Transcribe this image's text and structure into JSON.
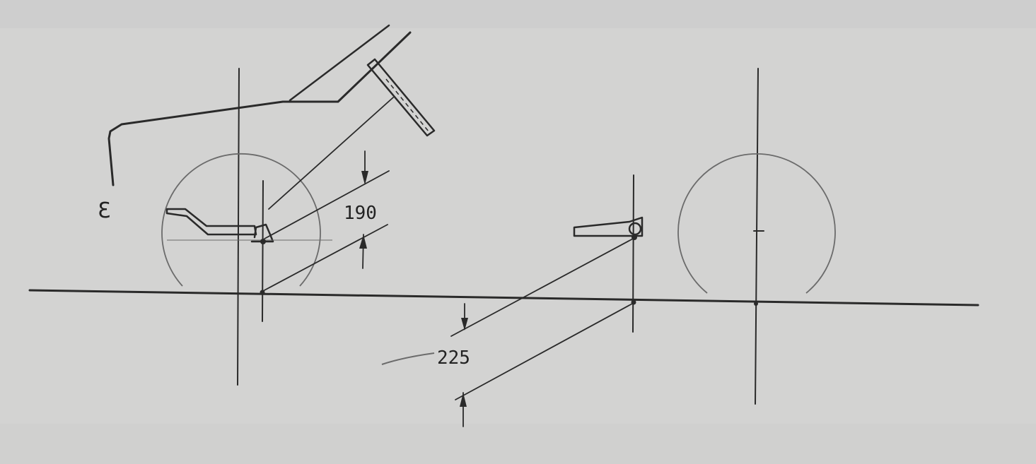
{
  "dimensions": {
    "front_height": "190",
    "rear_height": "225"
  },
  "marks": {
    "front_margin_symbol": "Ɛ"
  },
  "colors": {
    "paper": "#d3d3d2",
    "ink": "#2a2a2a",
    "pencil": "#6b6b6b"
  }
}
